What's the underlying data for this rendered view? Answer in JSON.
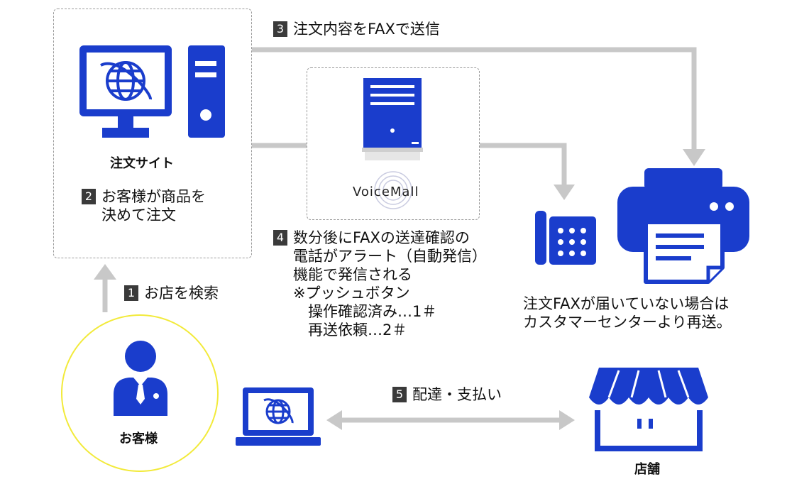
{
  "colors": {
    "blue": "#1a3dcc",
    "gray": "#c8c8c8",
    "yellow": "#f2ea3a"
  },
  "site": {
    "label": "注文サイト",
    "step_num": "2",
    "step_lines": [
      "お客様が商品を",
      "決めて注文"
    ]
  },
  "fax_step": {
    "num": "3",
    "text": "注文内容をFAXで送信"
  },
  "voicemall": {
    "logo_text": "VoiceMall"
  },
  "confirm_step": {
    "num": "4",
    "lines": [
      "数分後にFAXの送達確認の",
      "電話がアラート（自動発信）",
      "機能で発信される",
      "※プッシュボタン",
      "　操作確認済み…1＃",
      "　再送依頼…2＃"
    ]
  },
  "search_step": {
    "num": "1",
    "text": "お店を検索"
  },
  "customer": {
    "label": "お客様"
  },
  "delivery_step": {
    "num": "5",
    "text": "配達・支払い"
  },
  "store": {
    "label": "店舗"
  },
  "fax_note": {
    "lines": [
      "注文FAXが届いていない場合は",
      "カスタマーセンターより再送。"
    ]
  },
  "icons": [
    "monitor-globe-icon",
    "pc-tower-icon",
    "server-icon",
    "phone-icon",
    "fax-printer-icon",
    "person-icon",
    "laptop-globe-icon",
    "store-icon"
  ]
}
